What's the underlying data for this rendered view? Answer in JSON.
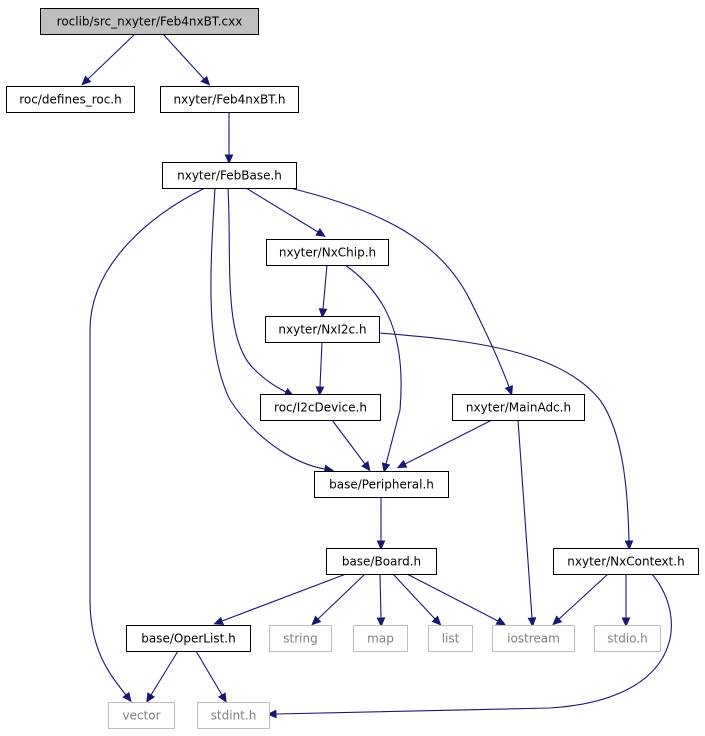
{
  "graph": {
    "nodes": [
      {
        "id": "feb4nxbt_cxx",
        "label": "roclib/src_nxyter/Feb4nxBT.cxx",
        "kind": "root"
      },
      {
        "id": "defines_roc",
        "label": "roc/defines_roc.h",
        "kind": "file"
      },
      {
        "id": "feb4nxbt_h",
        "label": "nxyter/Feb4nxBT.h",
        "kind": "file"
      },
      {
        "id": "febbase",
        "label": "nxyter/FebBase.h",
        "kind": "file"
      },
      {
        "id": "nxchip",
        "label": "nxyter/NxChip.h",
        "kind": "file"
      },
      {
        "id": "nxi2c",
        "label": "nxyter/NxI2c.h",
        "kind": "file"
      },
      {
        "id": "i2cdevice",
        "label": "roc/I2cDevice.h",
        "kind": "file"
      },
      {
        "id": "mainadc",
        "label": "nxyter/MainAdc.h",
        "kind": "file"
      },
      {
        "id": "peripheral",
        "label": "base/Peripheral.h",
        "kind": "file"
      },
      {
        "id": "board",
        "label": "base/Board.h",
        "kind": "file"
      },
      {
        "id": "nxcontext",
        "label": "nxyter/NxContext.h",
        "kind": "file"
      },
      {
        "id": "operlist",
        "label": "base/OperList.h",
        "kind": "file"
      },
      {
        "id": "string",
        "label": "string",
        "kind": "system"
      },
      {
        "id": "map",
        "label": "map",
        "kind": "system"
      },
      {
        "id": "list",
        "label": "list",
        "kind": "system"
      },
      {
        "id": "iostream",
        "label": "iostream",
        "kind": "system"
      },
      {
        "id": "stdio",
        "label": "stdio.h",
        "kind": "system"
      },
      {
        "id": "vector",
        "label": "vector",
        "kind": "system"
      },
      {
        "id": "stdint",
        "label": "stdint.h",
        "kind": "system"
      }
    ],
    "edges": [
      {
        "from": "feb4nxbt_cxx",
        "to": "defines_roc"
      },
      {
        "from": "feb4nxbt_cxx",
        "to": "feb4nxbt_h"
      },
      {
        "from": "feb4nxbt_h",
        "to": "febbase"
      },
      {
        "from": "febbase",
        "to": "vector"
      },
      {
        "from": "febbase",
        "to": "peripheral"
      },
      {
        "from": "febbase",
        "to": "i2cdevice"
      },
      {
        "from": "febbase",
        "to": "nxchip"
      },
      {
        "from": "febbase",
        "to": "mainadc"
      },
      {
        "from": "nxchip",
        "to": "nxi2c"
      },
      {
        "from": "nxchip",
        "to": "peripheral"
      },
      {
        "from": "nxi2c",
        "to": "i2cdevice"
      },
      {
        "from": "nxi2c",
        "to": "nxcontext"
      },
      {
        "from": "i2cdevice",
        "to": "peripheral"
      },
      {
        "from": "mainadc",
        "to": "peripheral"
      },
      {
        "from": "mainadc",
        "to": "iostream"
      },
      {
        "from": "peripheral",
        "to": "board"
      },
      {
        "from": "board",
        "to": "operlist"
      },
      {
        "from": "board",
        "to": "string"
      },
      {
        "from": "board",
        "to": "map"
      },
      {
        "from": "board",
        "to": "list"
      },
      {
        "from": "board",
        "to": "iostream"
      },
      {
        "from": "nxcontext",
        "to": "iostream"
      },
      {
        "from": "nxcontext",
        "to": "stdio"
      },
      {
        "from": "nxcontext",
        "to": "stdint"
      },
      {
        "from": "operlist",
        "to": "vector"
      },
      {
        "from": "operlist",
        "to": "stdint"
      }
    ],
    "colors": {
      "edge": "#191970",
      "root_fill": "#bfbfbf",
      "system_border": "#bfbfbf",
      "system_text": "#7f7f7f"
    }
  }
}
